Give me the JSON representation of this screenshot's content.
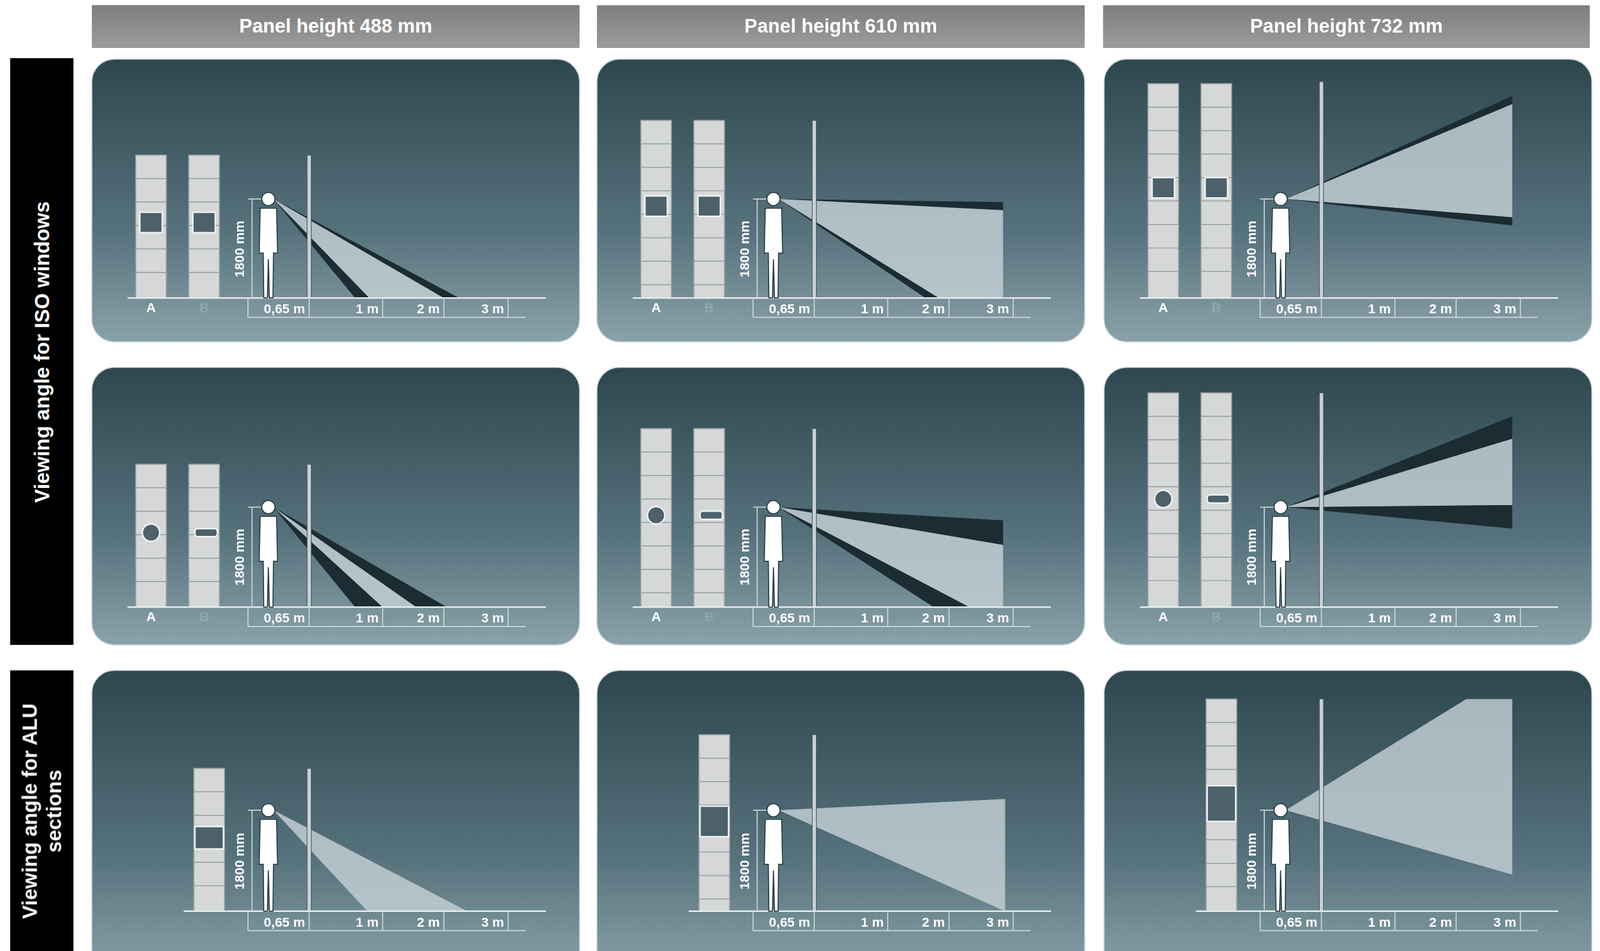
{
  "diagram": {
    "nodes": [
      {
        "text": [
          "Panel height 488 mm"
        ]
      },
      {
        "text": [
          "Panel height 610 mm"
        ]
      },
      {
        "text": [
          "Panel height 732 mm"
        ]
      },
      {
        "text": [
          "Viewing angle for ISO windows"
        ]
      },
      {
        "text": [
          "Viewing angle for ALU sections"
        ]
      }
    ],
    "labels": [
      "A",
      "B",
      "1800 mm",
      "0,65 m",
      "1 m",
      "2 m",
      "3 m",
      "A",
      "B",
      "1800 mm",
      "0,65 m",
      "1 m",
      "2 m",
      "3 m",
      "A",
      "B",
      "1800 mm",
      "0,65 m",
      "1 m",
      "2 m",
      "3 m",
      "A",
      "B",
      "1800 mm",
      "0,65 m",
      "1 m",
      "2 m",
      "3 m",
      "A",
      "B",
      "1800 mm",
      "0,65 m",
      "1 m",
      "2 m",
      "3 m",
      "A",
      "B",
      "1800 mm",
      "0,65 m",
      "1 m",
      "2 m",
      "3 m",
      "1800 mm",
      "0,65 m",
      "1 m",
      "2 m",
      "3 m",
      "1800 mm",
      "0,65 m",
      "1 m",
      "2 m",
      "3 m",
      "1800 mm",
      "0,65 m",
      "1 m",
      "2 m",
      "3 m"
    ]
  }
}
